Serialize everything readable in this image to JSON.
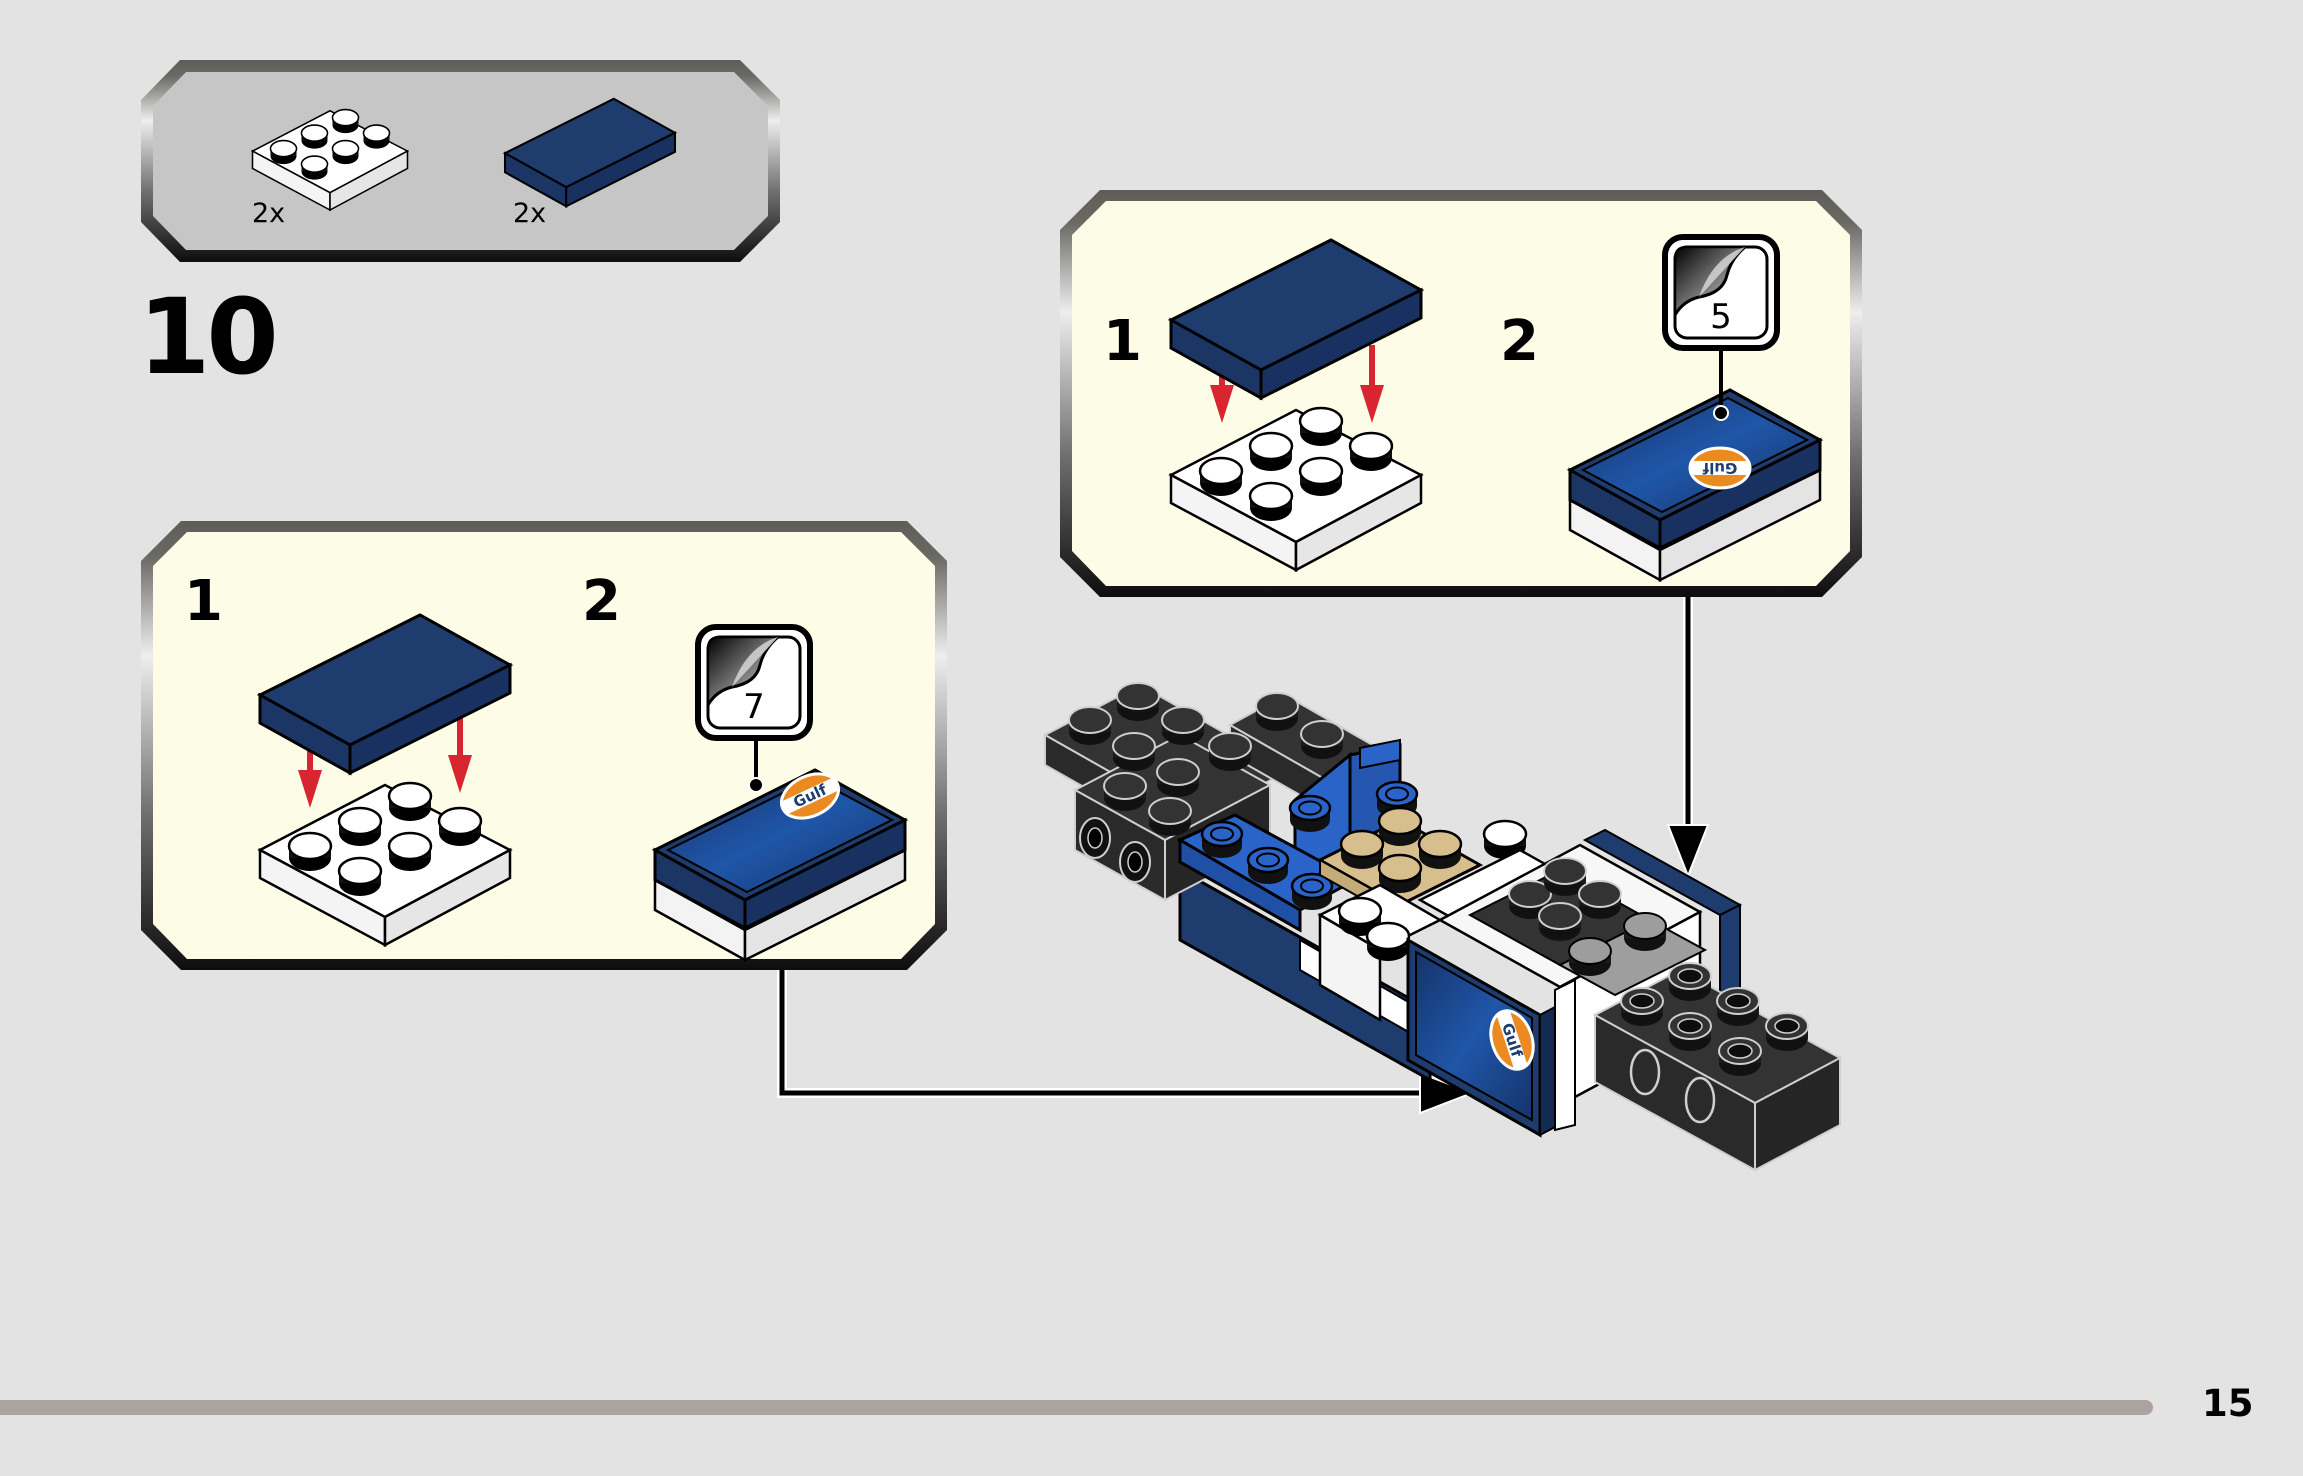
{
  "page": {
    "number": "15",
    "step_number": "10"
  },
  "parts_list": {
    "items": [
      {
        "name": "plate-2x3-white",
        "color": "#ffffff",
        "quantity": "2x"
      },
      {
        "name": "tile-2x3-dark-blue",
        "color": "#1e3c6e",
        "quantity": "2x"
      }
    ]
  },
  "callouts": [
    {
      "name": "left-callout",
      "substeps": [
        {
          "label": "1",
          "action": "attach tile to plate"
        },
        {
          "label": "2",
          "action": "apply sticker",
          "sticker_number": "7"
        }
      ]
    },
    {
      "name": "right-callout",
      "substeps": [
        {
          "label": "1",
          "action": "attach tile to plate"
        },
        {
          "label": "2",
          "action": "apply sticker",
          "sticker_number": "5"
        }
      ]
    }
  ],
  "sticker_logo_text": "Gulf",
  "colors": {
    "background": "#e3e3e3",
    "callout_fill": "#fdfde7",
    "parts_fill": "#c6c6c6",
    "dark_blue": "#1e3c6e",
    "bright_blue": "#2a64c8",
    "tan": "#d6bf8c",
    "dark_gray": "#333333",
    "light_gray": "#a8a8a8",
    "arrow_red": "#d7262f",
    "gulf_orange": "#ea8a21",
    "page_bar": "#aba39e"
  }
}
